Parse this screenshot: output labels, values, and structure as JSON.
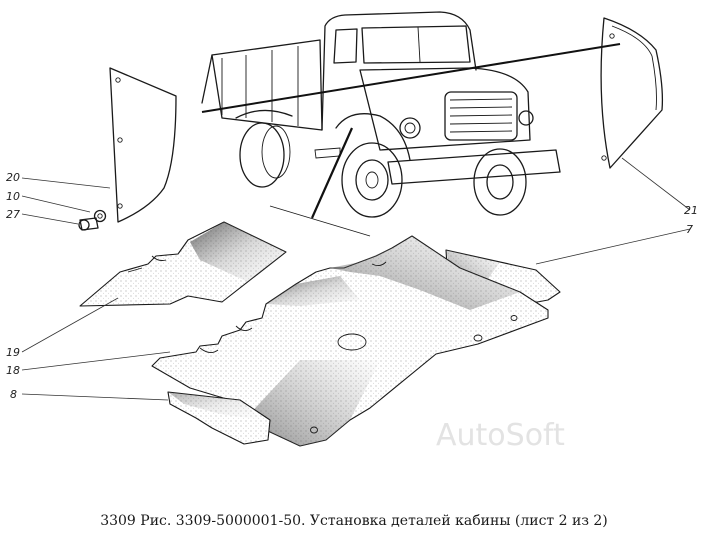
{
  "caption": "3309 Рис. 3309-5000001-50. Установка деталей кабины (лист 2 из 2)",
  "watermark": "AutoSoft",
  "callouts": [
    "20",
    "10",
    "27",
    "21",
    "7",
    "19",
    "18",
    "8"
  ]
}
